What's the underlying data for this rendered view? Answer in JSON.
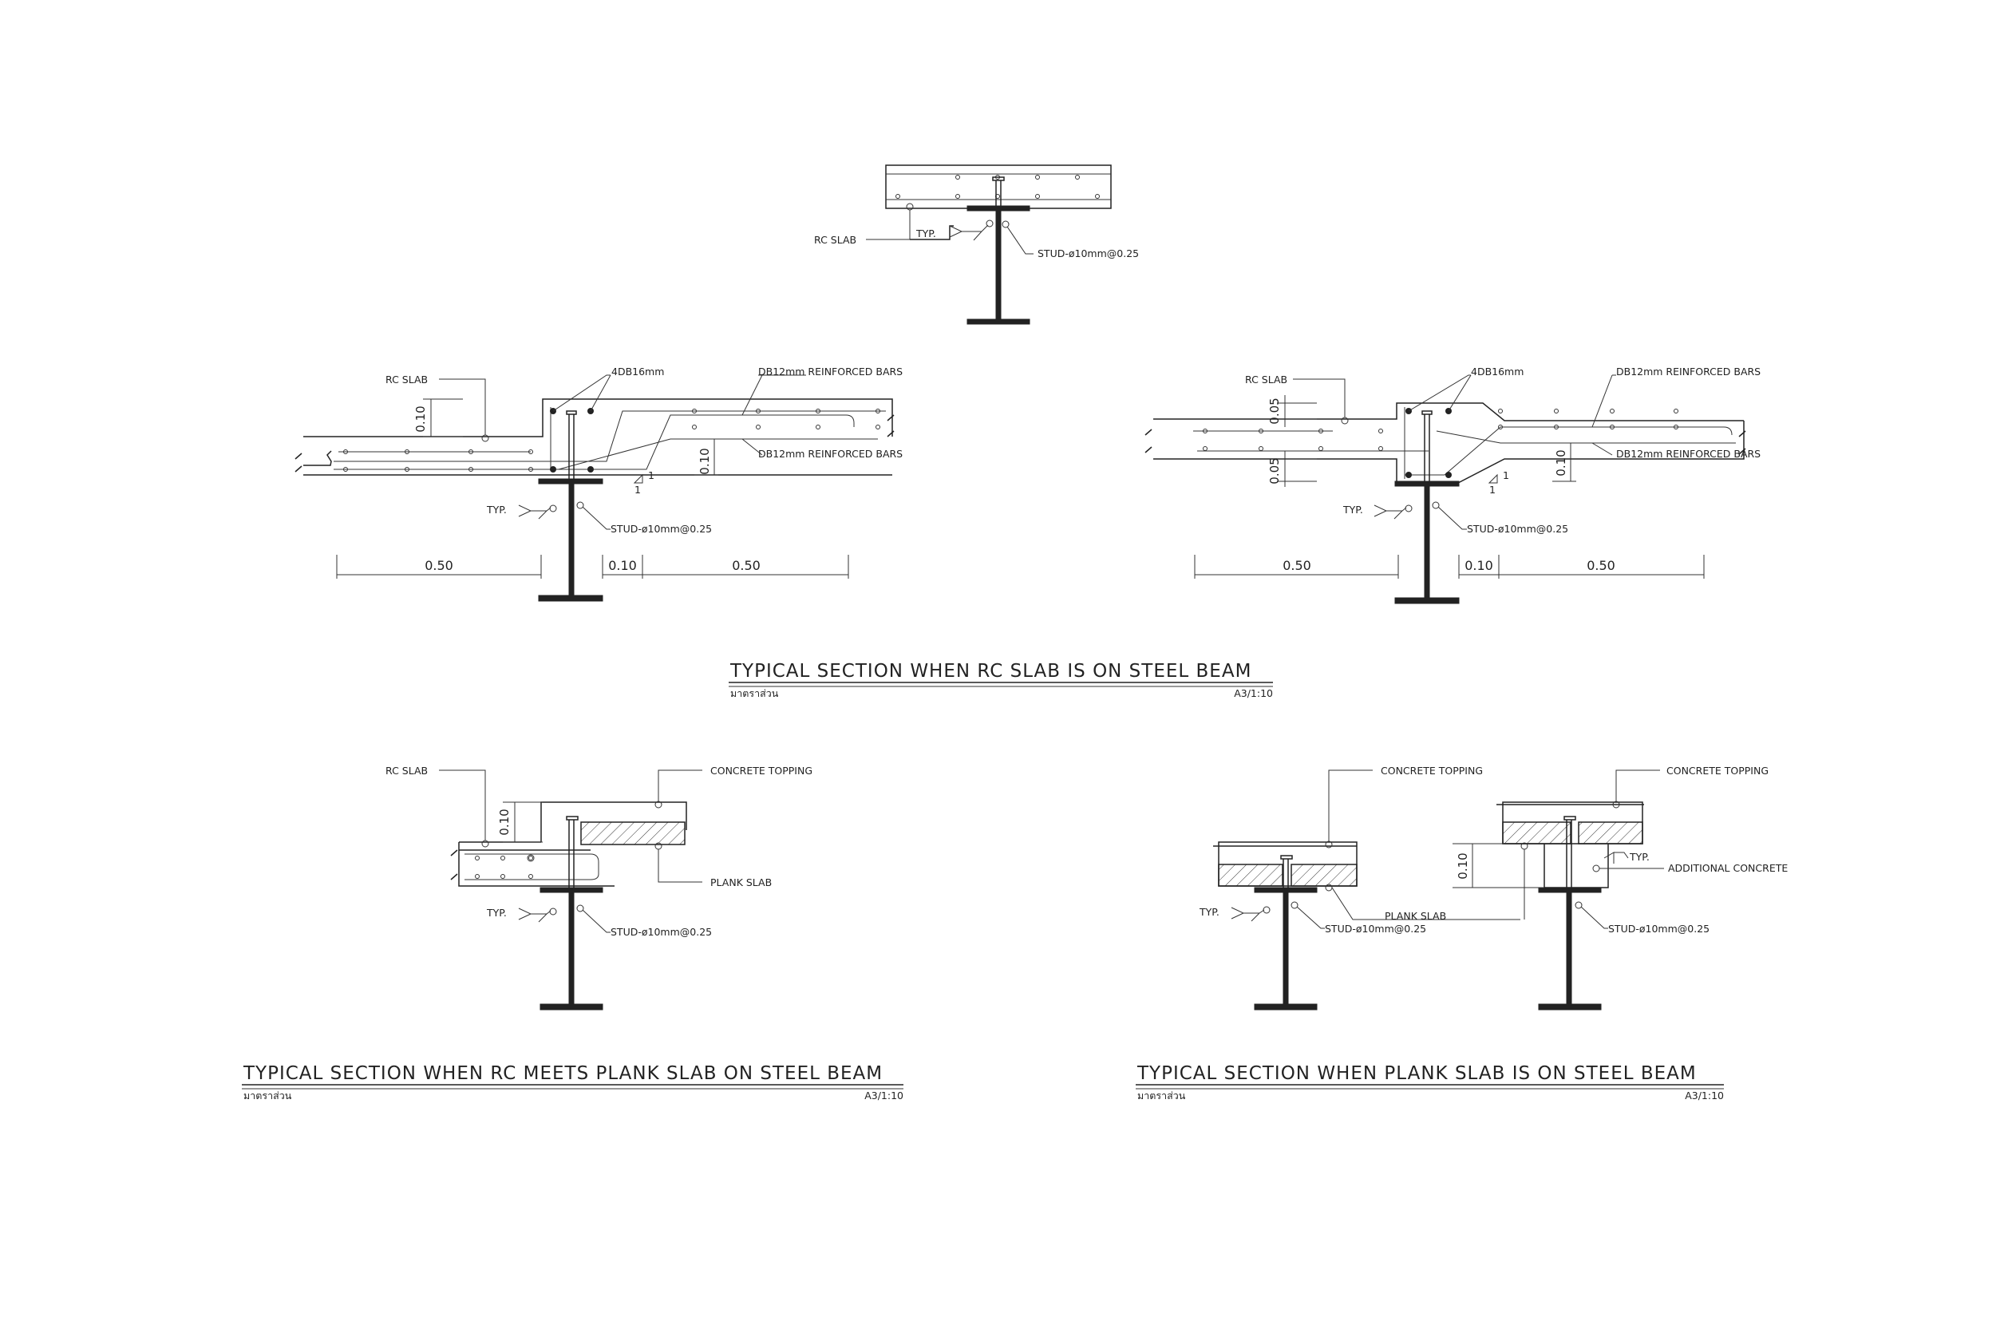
{
  "labels": {
    "rc_slab": "RC SLAB",
    "typ": "TYP.",
    "typ_top": "TYP.",
    "stud": "STUD-ø10mm@0.25",
    "bars_4db16": "4DB16mm",
    "db12_bars": "DB12mm REINFORCED BARS",
    "concrete_topping": "CONCRETE TOPPING",
    "plank_slab": "PLANK SLAB",
    "additional_concrete": "ADDITIONAL CONCRETE",
    "slope_1": "1",
    "dim_050": "0.50",
    "dim_010": "0.10",
    "dim_005": "0.05"
  },
  "titles": {
    "rc_on_steel": "TYPICAL SECTION WHEN RC SLAB IS ON STEEL BEAM",
    "rc_meets_plank": "TYPICAL SECTION WHEN RC MEETS PLANK SLAB ON STEEL BEAM",
    "plank_on_steel": "TYPICAL SECTION WHEN PLANK SLAB IS ON STEEL BEAM",
    "scale_prefix": "มาตราส่วน",
    "scale": "A3/1:10"
  }
}
